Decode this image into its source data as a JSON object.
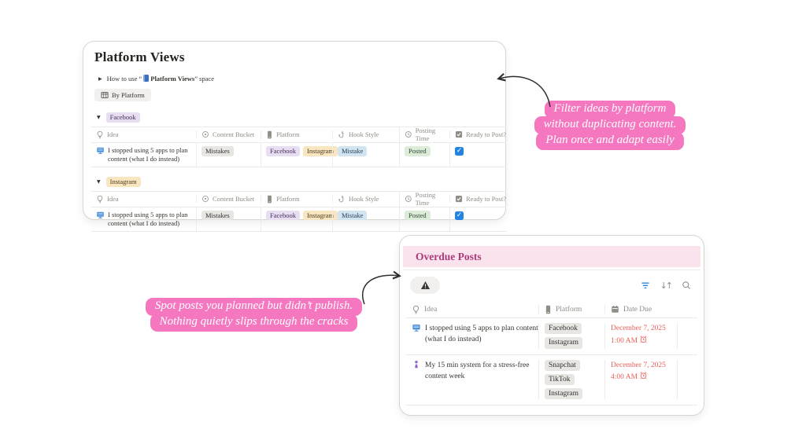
{
  "icons": {
    "toggle_open": "▼",
    "toggle_closed": "▶",
    "sort": "↓↑",
    "check": "✓"
  },
  "colors": {
    "accent_pink": "#f577c0",
    "overdue_title": "#ac3a7c",
    "overdue_banner": "#fbe3ee",
    "overdue_date_red": "#e7625c",
    "checkbox_blue": "#2383e2",
    "filter_blue": "#2383e2",
    "tag_gray_bg": "#e8e6e3",
    "tag_purple_bg": "#e8def2",
    "tag_yellow_bg": "#f8e6c1",
    "tag_blue_bg": "#d2e4f0",
    "tag_green_bg": "#dcecd9"
  },
  "annotations": {
    "platform_note": {
      "line1": "Filter ideas by platform",
      "line2": "without duplicating content.",
      "line3": "Plan once and adapt easily"
    },
    "overdue_note": {
      "line1": "Spot posts you planned but didn’t publish.",
      "line2": "Nothing quietly slips through the cracks"
    }
  },
  "platform_views": {
    "title": "Platform Views",
    "how_to": {
      "prefix": "How to use “",
      "page_title": "Platform Views",
      "suffix": "” space"
    },
    "view_tab": {
      "label": "By Platform"
    },
    "columns": [
      {
        "label": "Idea"
      },
      {
        "label": "Content Bucket"
      },
      {
        "label": "Platform"
      },
      {
        "label": "Hook Style"
      },
      {
        "label": "Posting Time"
      },
      {
        "label": "Ready to Post?"
      }
    ],
    "groups": [
      {
        "name": "Facebook",
        "row": {
          "idea": "I stopped using 5 apps to plan content (what I do instead)",
          "content_bucket": "Mistakes",
          "platforms": [
            "Facebook",
            "Instagram"
          ],
          "hook_style": "Mistake",
          "posting_time": "Posted",
          "ready_to_post": true
        }
      },
      {
        "name": "Instagram",
        "row": {
          "idea": "I stopped using 5 apps to plan content (what I do instead)",
          "content_bucket": "Mistakes",
          "platforms": [
            "Facebook",
            "Instagram"
          ],
          "hook_style": "Mistake",
          "posting_time": "Posted",
          "ready_to_post": true
        }
      }
    ]
  },
  "overdue_posts": {
    "title": "Overdue Posts",
    "columns": [
      {
        "label": "Idea"
      },
      {
        "label": "Platform"
      },
      {
        "label": "Date Due"
      }
    ],
    "rows": [
      {
        "idea": "I stopped using 5 apps to plan content (what I do instead)",
        "platforms": [
          "Facebook",
          "Instagram"
        ],
        "date_due": "December 7, 2025 1:00 AM"
      },
      {
        "idea": "My 15 min system for a stress-free content week",
        "platforms": [
          "Snapchat",
          "TikTok",
          "Instagram"
        ],
        "date_due": "December 7, 2025 4:00 AM"
      }
    ]
  }
}
